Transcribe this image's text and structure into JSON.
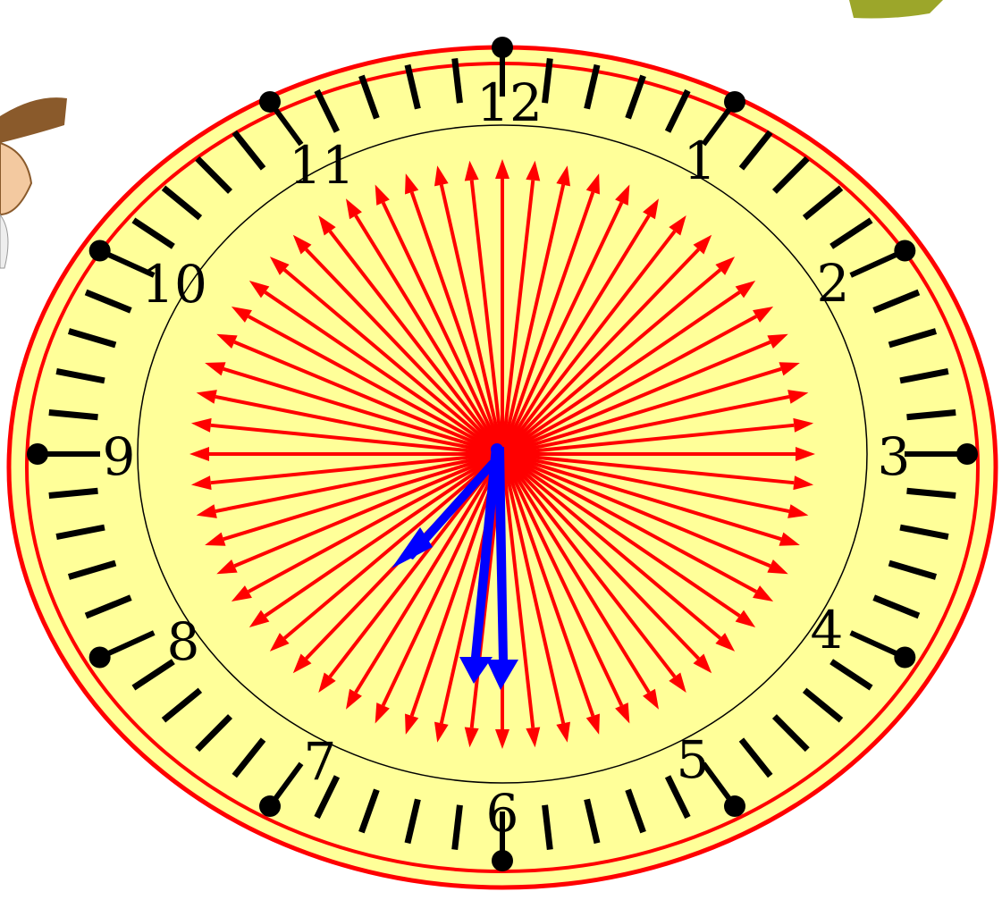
{
  "clock": {
    "numerals": [
      "12",
      "1",
      "2",
      "3",
      "4",
      "5",
      "6",
      "7",
      "8",
      "9",
      "10",
      "11"
    ],
    "minute_ticks": 60,
    "red_arrow_count": 60,
    "hands": {
      "hour_hand_points_to": "7:30",
      "minute_hand_points_to": "30 min",
      "second_hand_points_to": "30 sec"
    }
  },
  "colors": {
    "face": "#ffff99",
    "rim": "#ff0000",
    "arrows": "#ff0000",
    "hands": "#0000ff",
    "ticks": "#000000",
    "decor_brown": "#8a5a2b",
    "decor_green": "#9ca62a"
  },
  "decorations": {
    "top_left": "cartoon-figure-fragment",
    "top_right": "green-object-fragment"
  }
}
